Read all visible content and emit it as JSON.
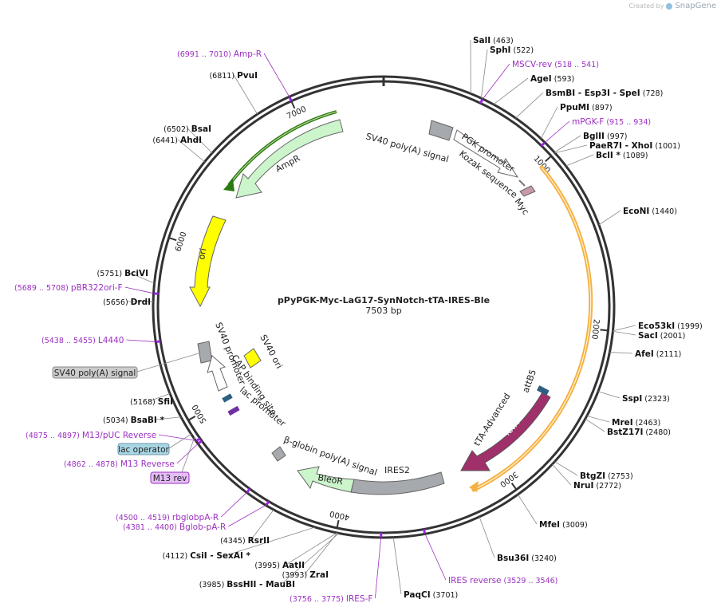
{
  "brand": {
    "created_by": "Created by",
    "app": "SnapGene"
  },
  "map": {
    "name": "pPyPGK-Myc-LaG17-SynNotch-tTA-IRES-Ble",
    "length_label": "7503 bp",
    "length": 7503,
    "ticks": [
      {
        "pos": 1000,
        "label": "1000"
      },
      {
        "pos": 2000,
        "label": "2000"
      },
      {
        "pos": 3000,
        "label": "3000"
      },
      {
        "pos": 4000,
        "label": "4000"
      },
      {
        "pos": 5000,
        "label": "5000"
      },
      {
        "pos": 6000,
        "label": "6000"
      },
      {
        "pos": 7000,
        "label": "7000"
      }
    ]
  },
  "sites": [
    {
      "name": "SalI",
      "num": "(463)",
      "pos": 463
    },
    {
      "name": "SphI",
      "num": "(522)",
      "pos": 522
    },
    {
      "name": "AgeI",
      "num": "(593)",
      "pos": 593
    },
    {
      "name": "BsmBI",
      "extra": [
        "Esp3I",
        "SpeI"
      ],
      "num": "(728)",
      "pos": 728
    },
    {
      "name": "PpuMI",
      "num": "(897)",
      "pos": 897
    },
    {
      "name": "BglII",
      "num": "(997)",
      "pos": 997
    },
    {
      "name": "PaeR7I",
      "extra": [
        "XhoI"
      ],
      "num": "(1001)",
      "pos": 1001
    },
    {
      "name": "BclI *",
      "num": "(1089)",
      "pos": 1089
    },
    {
      "name": "EcoNI",
      "num": "(1440)",
      "pos": 1440
    },
    {
      "name": "Eco53kI",
      "num": "(1999)",
      "pos": 1999
    },
    {
      "name": "SacI",
      "num": "(2001)",
      "pos": 2001
    },
    {
      "name": "AfeI",
      "num": "(2111)",
      "pos": 2111
    },
    {
      "name": "SspI",
      "num": "(2323)",
      "pos": 2323
    },
    {
      "name": "MreI",
      "num": "(2463)",
      "pos": 2463
    },
    {
      "name": "BstZ17I",
      "num": "(2480)",
      "pos": 2480
    },
    {
      "name": "BtgZI",
      "num": "(2753)",
      "pos": 2753
    },
    {
      "name": "NruI",
      "num": "(2772)",
      "pos": 2772
    },
    {
      "name": "MfeI",
      "num": "(3009)",
      "pos": 3009
    },
    {
      "name": "Bsu36I",
      "num": "(3240)",
      "pos": 3240
    },
    {
      "name": "PaqCI",
      "num": "(3701)",
      "pos": 3701
    },
    {
      "name": "BssHII",
      "extra": [
        "MauBI"
      ],
      "num": "(3985)",
      "pos": 3985
    },
    {
      "name": "ZraI",
      "num": "(3993)",
      "pos": 3993
    },
    {
      "name": "AatII",
      "num": "(3995)",
      "pos": 3995
    },
    {
      "name": "CsiI",
      "extra": [
        "SexAI *"
      ],
      "num": "(4112)",
      "pos": 4112
    },
    {
      "name": "RsrII",
      "num": "(4345)",
      "pos": 4345
    },
    {
      "name": "BsaBI *",
      "num": "(5034)",
      "pos": 5034
    },
    {
      "name": "SfiI",
      "num": "(5168)",
      "pos": 5168
    },
    {
      "name": "DrdI",
      "num": "(5656)",
      "pos": 5656
    },
    {
      "name": "BciVI",
      "num": "(5751)",
      "pos": 5751
    },
    {
      "name": "AhdI",
      "num": "(6441)",
      "pos": 6441
    },
    {
      "name": "BsaI",
      "num": "(6502)",
      "pos": 6502
    },
    {
      "name": "PvuI",
      "num": "(6811)",
      "pos": 6811
    }
  ],
  "primers": [
    {
      "name": "MSCV-rev",
      "range": "(518 .. 541)",
      "pos": 530
    },
    {
      "name": "mPGK-F",
      "range": "(915 .. 934)",
      "pos": 925
    },
    {
      "name": "IRES reverse",
      "range": "(3529 .. 3546)",
      "pos": 3537
    },
    {
      "name": "IRES-F",
      "range": "(3756 .. 3775)",
      "pos": 3765
    },
    {
      "name": "Bglob-pA-R",
      "range": "(4381 .. 4400)",
      "pos": 4390
    },
    {
      "name": "rbglobpA-R",
      "range": "(4500 .. 4519)",
      "pos": 4510
    },
    {
      "name": "M13 Reverse",
      "range": "(4862 .. 4878)",
      "pos": 4870
    },
    {
      "name": "M13/pUC Reverse",
      "range": "(4875 .. 4897)",
      "pos": 4886
    },
    {
      "name": "L4440",
      "range": "(5438 .. 5455)",
      "pos": 5446
    },
    {
      "name": "pBR322ori-F",
      "range": "(5689 .. 5708)",
      "pos": 5698
    },
    {
      "name": "Amp-R",
      "range": "(6991 .. 7010)",
      "pos": 7000
    }
  ],
  "boxed_labels": {
    "sv40_polya": "SV40 poly(A) signal",
    "lac_operator": "lac operator",
    "m13_rev": "M13 rev"
  },
  "features": {
    "sv40_polya_top": "SV40 poly(A) signal",
    "pgk_promoter": "PGK promoter",
    "kozak": "Kozak sequence",
    "myc": "Myc",
    "ampr": "AmpR",
    "ori": "ori",
    "sv40_promoter": "SV40 promoter",
    "sv40_ori": "SV40 ori",
    "cap_site": "CAP binding site",
    "lac_promoter": "lac promoter",
    "bglobin": "β-globin poly(A) signal",
    "bleor": "BleoR",
    "ires2": "IRES2",
    "tta": "tTA-Advanced",
    "tetr": "TetR",
    "attb5": "attB5"
  },
  "colors": {
    "backbone": "#333333",
    "primer": "#9b30c0",
    "primer_tick": "#a020f0",
    "ampr_fill": "#ccf5cc",
    "ampr_line": "#2a7a10",
    "ori_fill": "#ffff00",
    "orf_band": "#f6b042",
    "tta_fill": "#a0306a",
    "gray_feature": "#a6a9ad",
    "lac_operator_bg": "#a9d6e3",
    "m13_bg": "#e4bdf5",
    "sv40_box_bg": "#cccccc"
  }
}
